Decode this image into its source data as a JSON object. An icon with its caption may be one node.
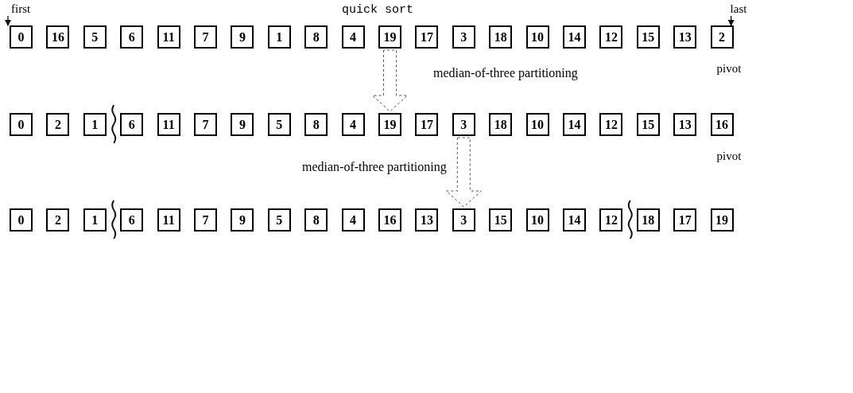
{
  "diagram": {
    "title": "quick sort",
    "nodes": [
      {
        "text": [
          "first"
        ]
      },
      {
        "text": [
          "last"
        ]
      },
      {
        "text": [
          "0"
        ]
      },
      {
        "text": [
          "16"
        ]
      },
      {
        "text": [
          "5"
        ]
      },
      {
        "text": [
          "6"
        ]
      },
      {
        "text": [
          "11"
        ]
      },
      {
        "text": [
          "7"
        ]
      },
      {
        "text": [
          "9"
        ]
      },
      {
        "text": [
          "1"
        ]
      },
      {
        "text": [
          "8"
        ]
      },
      {
        "text": [
          "4"
        ]
      },
      {
        "text": [
          "19"
        ]
      },
      {
        "text": [
          "17"
        ]
      },
      {
        "text": [
          "3"
        ]
      },
      {
        "text": [
          "18"
        ]
      },
      {
        "text": [
          "10"
        ]
      },
      {
        "text": [
          "14"
        ]
      },
      {
        "text": [
          "12"
        ]
      },
      {
        "text": [
          "15"
        ]
      },
      {
        "text": [
          "13"
        ]
      },
      {
        "text": [
          "2"
        ],
        "beside": [
          "pivot"
        ]
      },
      {
        "text": [
          "0"
        ]
      },
      {
        "text": [
          "2"
        ]
      },
      {
        "text": [
          "1"
        ]
      },
      {
        "text": [
          "6"
        ]
      },
      {
        "text": [
          "11"
        ]
      },
      {
        "text": [
          "7"
        ]
      },
      {
        "text": [
          "9"
        ]
      },
      {
        "text": [
          "5"
        ]
      },
      {
        "text": [
          "8"
        ]
      },
      {
        "text": [
          "4"
        ]
      },
      {
        "text": [
          "19"
        ]
      },
      {
        "text": [
          "17"
        ]
      },
      {
        "text": [
          "3"
        ]
      },
      {
        "text": [
          "18"
        ]
      },
      {
        "text": [
          "10"
        ]
      },
      {
        "text": [
          "14"
        ]
      },
      {
        "text": [
          "12"
        ]
      },
      {
        "text": [
          "15"
        ]
      },
      {
        "text": [
          "13"
        ]
      },
      {
        "text": [
          "16"
        ],
        "beside": [
          "pivot"
        ]
      },
      {
        "text": [
          "0"
        ]
      },
      {
        "text": [
          "2"
        ]
      },
      {
        "text": [
          "1"
        ]
      },
      {
        "text": [
          "6"
        ]
      },
      {
        "text": [
          "11"
        ]
      },
      {
        "text": [
          "7"
        ]
      },
      {
        "text": [
          "9"
        ]
      },
      {
        "text": [
          "5"
        ]
      },
      {
        "text": [
          "8"
        ]
      },
      {
        "text": [
          "4"
        ]
      },
      {
        "text": [
          "16"
        ]
      },
      {
        "text": [
          "13"
        ]
      },
      {
        "text": [
          "3"
        ]
      },
      {
        "text": [
          "15"
        ]
      },
      {
        "text": [
          "10"
        ]
      },
      {
        "text": [
          "14"
        ]
      },
      {
        "text": [
          "12"
        ]
      },
      {
        "text": [
          "18"
        ]
      },
      {
        "text": [
          "17"
        ]
      },
      {
        "text": [
          "19"
        ]
      }
    ],
    "edges": [
      {
        "from": 0,
        "to": 2,
        "arrow": "to"
      },
      {
        "from": 1,
        "to": 21,
        "arrow": "to"
      },
      {
        "from": 12,
        "to": 32,
        "arrow": "to",
        "style": "dashed",
        "label": "median-of-three partitioning"
      },
      {
        "from": 34,
        "to": 54,
        "arrow": "to",
        "style": "dashed",
        "label": "median-of-three partitioning"
      }
    ]
  }
}
